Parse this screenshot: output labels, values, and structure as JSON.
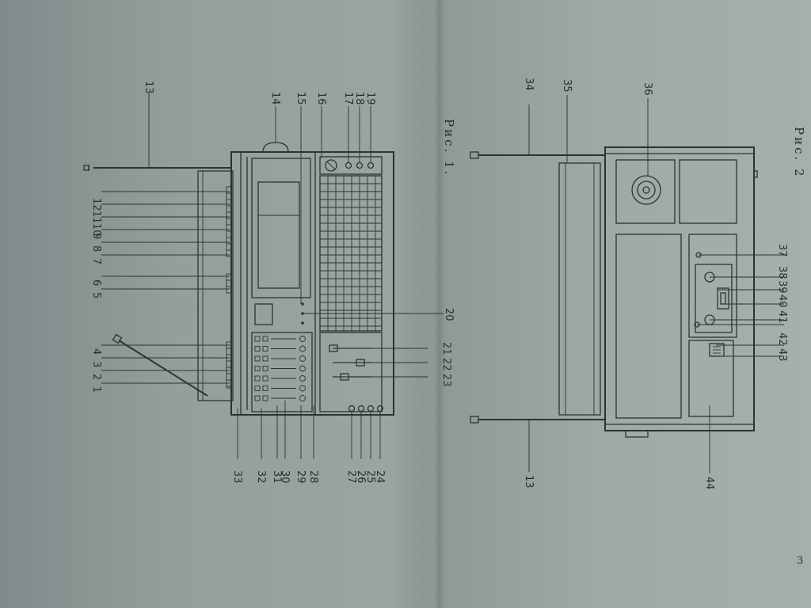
{
  "figures": [
    {
      "caption": "Рис. 1.",
      "callouts": [
        "1",
        "2",
        "3",
        "4",
        "5",
        "6",
        "7",
        "8",
        "9",
        "10",
        "11",
        "12",
        "13",
        "14",
        "15",
        "16",
        "17",
        "18",
        "19",
        "20",
        "21",
        "22",
        "23",
        "24",
        "25",
        "26",
        "27",
        "28",
        "29",
        "30",
        "31",
        "32",
        "33"
      ]
    },
    {
      "caption": "Рис. 2",
      "callouts": [
        "13",
        "34",
        "35",
        "36",
        "37",
        "38",
        "39",
        "40",
        "41",
        "42",
        "43",
        "44"
      ]
    }
  ],
  "page_number": "3"
}
